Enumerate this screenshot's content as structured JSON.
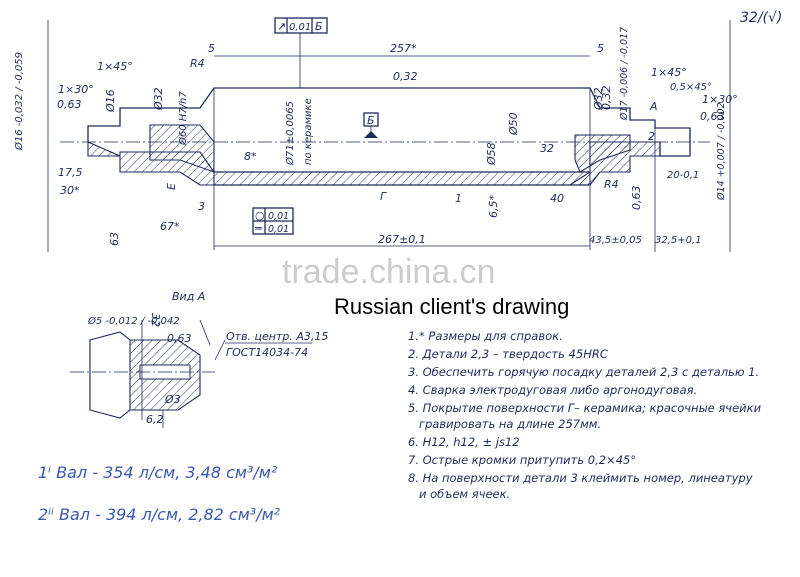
{
  "caption": "Russian client's drawing",
  "watermark": "trade.china.cn",
  "corner_mark": "32/(√)",
  "tolerance_frame": [
    "↗",
    "0,01",
    "Б"
  ],
  "datum_box": "Б",
  "flat_frame": [
    [
      "○",
      "0,01"
    ],
    [
      "═",
      "0,01"
    ]
  ],
  "section_label": "Вид А",
  "main_view": {
    "dims": {
      "len_257": "257*",
      "len_5_left": "5",
      "len_5_right": "5",
      "r4_top": "R4",
      "r4_right": "R4",
      "rough_032_top": "0,32",
      "rough_032_right": "0,32",
      "rough_063_left": "0,63",
      "rough_063_right": "0,63",
      "chamfer_1x45_left": "1×45°",
      "chamfer_1x45_right": "1×45°",
      "chamfer_05x45": "0,5×45°",
      "chamfer_1x30_left": "1×30°",
      "chamfer_1x30_right": "1×30°",
      "d16_left": "Ø16",
      "d16_tol": "Ø16 -0,032 / -0,059",
      "d32_left": "Ø32",
      "d60": "Ø60 H7/h7",
      "d71": "Ø71±0,0065",
      "ceramic": "по керамике",
      "d50": "Ø50",
      "d58": "Ø58",
      "d32_right": "Ø32",
      "d17": "Ø17 -0,006 / -0,017",
      "d14": "Ø14 +0,007 / -0,002",
      "len_8": "8*",
      "len_17_5": "17,5",
      "len_30": "30*",
      "len_67": "67*",
      "len_65": "6,5*",
      "len_32": "32",
      "len_40": "40",
      "len_20": "20-0,1",
      "len_267": "267±0,1",
      "len_435": "43,5±0,05",
      "len_325": "32,5+0,1",
      "rough_063_low": "0,63",
      "lbl_E": "E",
      "lbl_3": "3",
      "lbl_G": "Г",
      "lbl_1": "1",
      "lbl_A": "A",
      "lbl_2": "2",
      "frac_63": "63"
    }
  },
  "detail_view": {
    "d5": "Ø5 -0,012 / -0,042",
    "len_32": "32",
    "rough_063": "0,63",
    "center_hole_1": "Отв. центр. А3,15",
    "center_hole_2": "ГОСТ14034-74",
    "d3": "Ø3",
    "len_62": "6,2"
  },
  "notes": [
    "1.* Размеры для справок.",
    "2. Детали 2,3 – твердость 45HRC",
    "3. Обеспечить горячую посадку деталей 2,3 с деталью 1.",
    "4. Сварка электродуговая либо аргонодуговая.",
    "5. Покрытие поверхности Г– керамика; красочные ячейки",
    "   гравировать на длине 257мм.",
    "6. H12, h12, ± js12",
    "7. Острые кромки притупить 0,2×45°",
    "8. На поверхности детали 3 клеймить номер, линеатуру",
    "   и объем ячеек."
  ],
  "handwritten": [
    "1ⁱ Вал - 354 л/см, 3,48 см³/м²",
    "2ⁱⁱ Вал - 394 л/см, 2,82 см³/м²"
  ]
}
